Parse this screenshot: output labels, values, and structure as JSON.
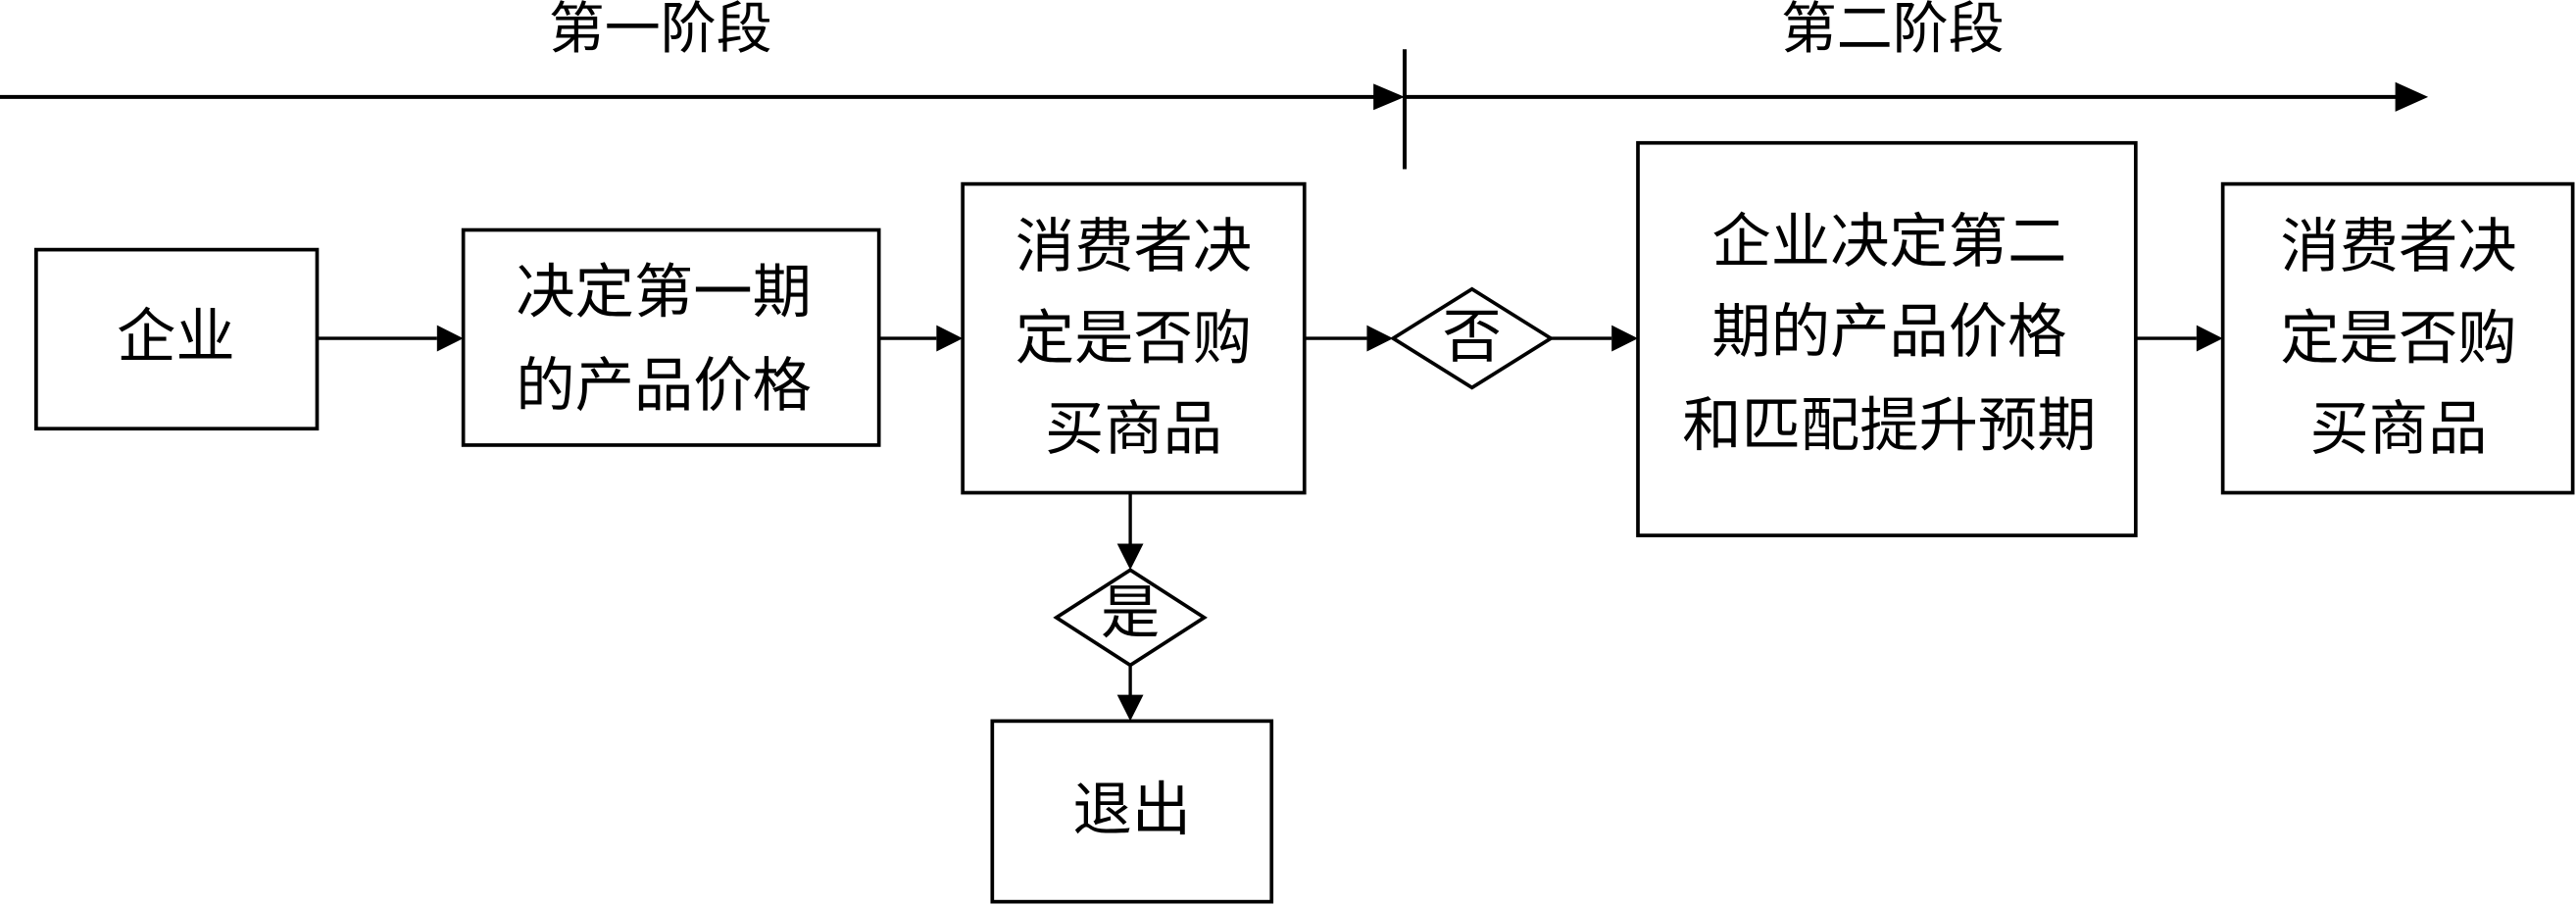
{
  "timeline": {
    "stage1_label": "第一阶段",
    "stage2_label": "第二阶段"
  },
  "nodes": {
    "firm": {
      "lines": [
        "企业"
      ]
    },
    "period1_price": {
      "lines": [
        "决定第一期",
        "的产品价格"
      ]
    },
    "consumer_decision1": {
      "lines": [
        "消费者决",
        "定是否购",
        "买商品"
      ]
    },
    "no_decision": {
      "label": "否"
    },
    "yes_decision": {
      "label": "是"
    },
    "exit": {
      "lines": [
        "退出"
      ]
    },
    "period2_price": {
      "lines": [
        "企业决定第二",
        "期的产品价格",
        "和匹配提升预期"
      ]
    },
    "consumer_decision2": {
      "lines": [
        "消费者决",
        "定是否购",
        "买商品"
      ]
    }
  },
  "edges": [
    {
      "from": "firm",
      "to": "period1_price"
    },
    {
      "from": "period1_price",
      "to": "consumer_decision1"
    },
    {
      "from": "consumer_decision1",
      "to": "no_decision"
    },
    {
      "from": "no_decision",
      "to": "period2_price"
    },
    {
      "from": "period2_price",
      "to": "consumer_decision2"
    },
    {
      "from": "consumer_decision1",
      "to": "yes_decision"
    },
    {
      "from": "yes_decision",
      "to": "exit"
    }
  ]
}
